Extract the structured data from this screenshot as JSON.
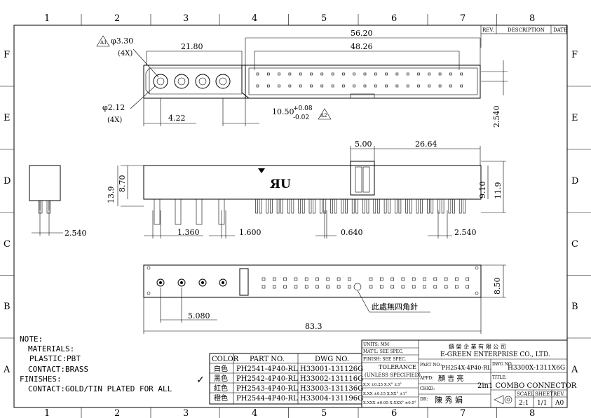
{
  "border": {
    "cols": [
      "1",
      "2",
      "3",
      "4",
      "5",
      "6",
      "7",
      "8"
    ],
    "rows": [
      "F",
      "E",
      "D",
      "C",
      "B",
      "A"
    ]
  },
  "revision_block": {
    "rev": "REV.",
    "description": "DESCRIPTION",
    "date": "DATE"
  },
  "dimensions": {
    "hole_large": "φ3.30",
    "hole_large_qty": "(4X)",
    "marker_a1": "A1",
    "hole_small": "φ2.12",
    "hole_small_qty": "(4X)",
    "d_21_80": "21.80",
    "d_56_20": "56.20",
    "d_48_26": "48.26",
    "d_4_22": "4.22",
    "d_10_50": "10.50",
    "tol_plus": "+0.08",
    "tol_minus": "-0.02",
    "marker_a2": "A2",
    "d_2_540_right": "2.540",
    "d_5_00": "5.00",
    "d_26_64": "26.64",
    "d_13_9": "13.9",
    "d_8_70": "8.70",
    "d_9_10": "9.10",
    "d_11_9": "11.9",
    "d_2_540_left": "2.540",
    "d_1_360": "1.360",
    "d_1_600": "1.600",
    "d_0_640": "0.640",
    "d_2_540_pins": "2.540",
    "d_8_50": "8.50",
    "d_5_080": "5.080",
    "d_83_3": "83.3",
    "note_pin": "此處無四角針"
  },
  "notes": {
    "title": "NOTE:",
    "materials": "MATERIALS:",
    "plastic": "PLASTIC:PBT",
    "contact": "CONTACT:BRASS",
    "finishes": "FINISHES:",
    "finish_contact": "CONTACT:GOLD/TIN PLATED FOR ALL"
  },
  "parts_table": {
    "headers": [
      "COLOR",
      "PART NO.",
      "DWG NO."
    ],
    "rows": [
      [
        "白色",
        "PH2541-4P40-RL",
        "H33001-131126G"
      ],
      [
        "黑色",
        "PH2542-4P40-RL",
        "H33002-131116G"
      ],
      [
        "紅色",
        "PH2543-4P40-RL",
        "H33003-131136G"
      ],
      [
        "橙色",
        "PH2544-4P40-RL",
        "H33004-131196G"
      ]
    ],
    "check_mark": "✓"
  },
  "title_block": {
    "units": "UNITS: MM",
    "matl": "MAT'L: SEE SPEC.",
    "finish": "FINISH: SEE SPEC.",
    "tolerance": "TOLERANCE",
    "unless": "(UNLESS SPECIFIED)",
    "tol_row1": "X.X  ±0.25  X.X°  ±3°",
    "tol_row2": "X.XX  ±0.15  X.XX°  ±1°",
    "tol_row3": "X.XXX  ±0.05  X.XXX°  ±0.5°",
    "company_cn": "鑄 榮 企 業 有 限 公 司",
    "company_en": "E-GREEN ENTERPRISE CO., LTD.",
    "part_no_label": "PART NO.:",
    "part_no": "PH254X-4P40-RL",
    "dwg_no_label": "DWG NO.",
    "dwg_no": "H3300X-1311X6G",
    "appd_label": "APPD:",
    "appd": "顏 吉 亮",
    "chkd_label": "CHKD:",
    "dr_label": "DR:",
    "dr": "陳 秀 娟",
    "title_label": "TITLE:",
    "title": "2in1 COMBO CONNECTOR",
    "scale_label": "SCAEL",
    "scale": "2:1",
    "sheet_label": "SHEET",
    "sheet": "1/1",
    "rev_label": "REV.",
    "rev": "A0"
  }
}
